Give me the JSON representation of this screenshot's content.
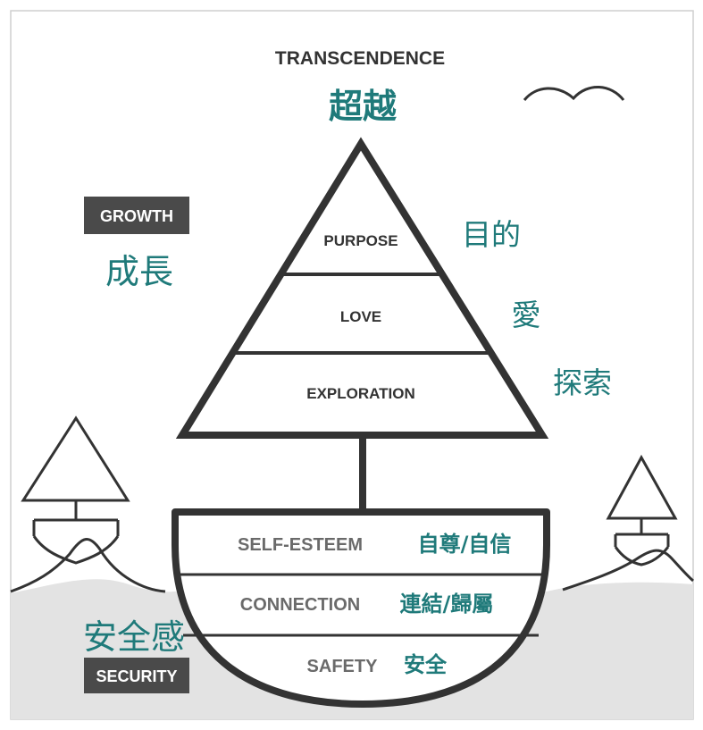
{
  "top": {
    "title_en": "TRANSCENDENCE",
    "title_zh": "超越"
  },
  "growth": {
    "badge": "GROWTH",
    "zh": "成長"
  },
  "security": {
    "badge": "SECURITY",
    "zh": "安全感"
  },
  "sail": {
    "levels": [
      {
        "en": "PURPOSE",
        "zh": "目的"
      },
      {
        "en": "LOVE",
        "zh": "愛"
      },
      {
        "en": "EXPLORATION",
        "zh": "探索"
      }
    ]
  },
  "boat": {
    "levels": [
      {
        "en": "SELF-ESTEEM",
        "zh": "自尊/自信"
      },
      {
        "en": "CONNECTION",
        "zh": "連結/歸屬"
      },
      {
        "en": "SAFETY",
        "zh": "安全"
      }
    ]
  },
  "colors": {
    "accent_teal": "#1f7a7a",
    "badge_bg": "#4a4a4a",
    "outline": "#333333",
    "water": "#e3e3e3",
    "frame": "#cccccc"
  },
  "icons": [
    "bird-icon",
    "tree-left-icon",
    "tree-right-icon"
  ]
}
